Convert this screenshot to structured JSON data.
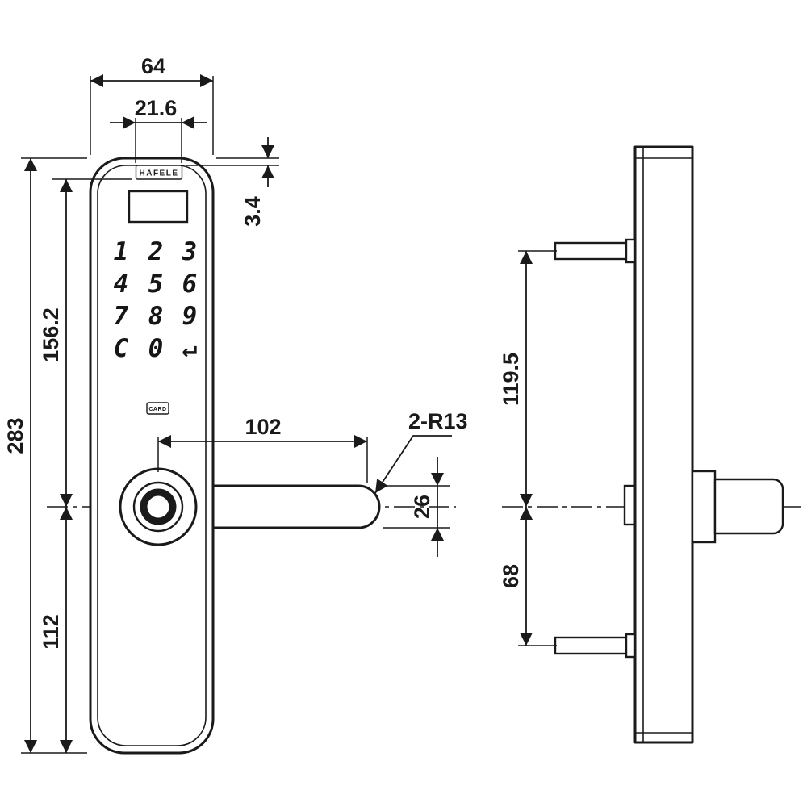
{
  "drawing": {
    "front_view": {
      "logo_text": "HÄFELE",
      "card_label": "CARD",
      "keypad_keys": [
        "1",
        "2",
        "3",
        "4",
        "5",
        "6",
        "7",
        "8",
        "9",
        "C",
        "0",
        "↵"
      ]
    },
    "dimensions": {
      "overall_width": "64",
      "logo_width": "21.6",
      "top_offset": "3.4",
      "overall_height": "283",
      "top_to_handle_center": "156.2",
      "handle_center_to_bottom": "112",
      "handle_length": "102",
      "handle_end_radius": "2-R13",
      "handle_thickness": "26",
      "top_bolt_to_center": "119.5",
      "center_to_bottom_bolt": "68"
    },
    "colors": {
      "line": "#1a1a1a",
      "background": "#ffffff"
    }
  }
}
